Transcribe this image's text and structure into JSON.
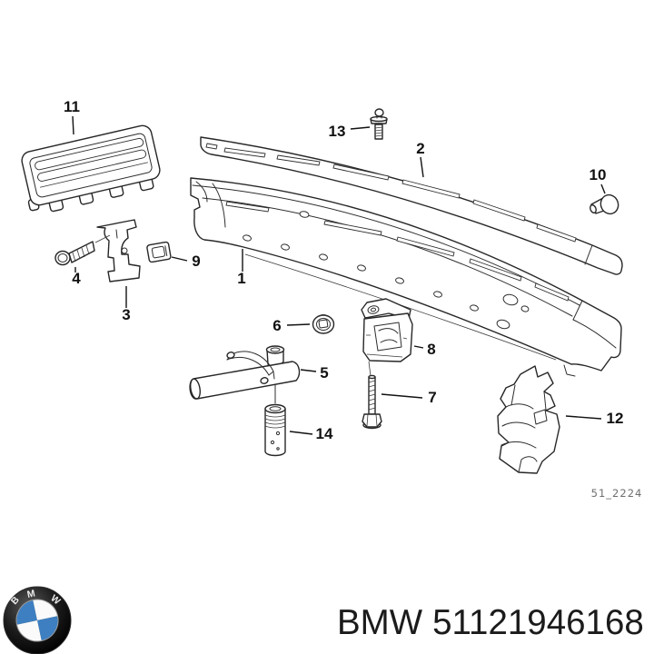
{
  "diagram": {
    "callouts": [
      "1",
      "2",
      "3",
      "4",
      "5",
      "6",
      "7",
      "8",
      "9",
      "10",
      "11",
      "12",
      "13",
      "14"
    ],
    "drawing_code": "51_2224"
  },
  "footer": {
    "brand": "BMW",
    "part_number": "51121946168",
    "logo_letters": [
      "B",
      "M",
      "W"
    ]
  },
  "colors": {
    "background": "#ffffff",
    "line": "#272727",
    "label_text": "#111111",
    "drawing_code_text": "#6e6e6e",
    "footer_text": "#1b1b1b",
    "logo_blue": "#3d7fc1",
    "logo_ring": "#0d0d0d"
  }
}
